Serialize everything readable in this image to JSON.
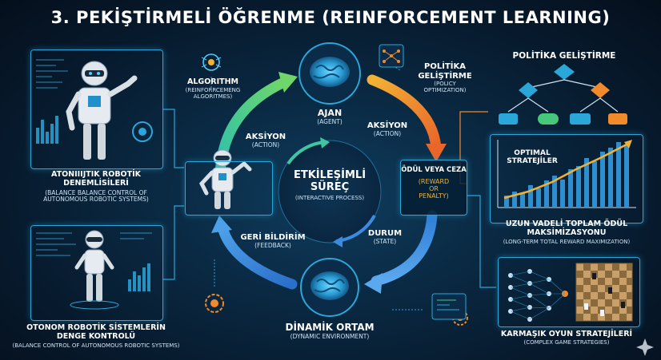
{
  "title": "3. PEKİŞTİRMELİ ÖĞRENME (REINFORCEMENT LEARNING)",
  "center": {
    "line1": "ETKİLEŞİMLİ",
    "line2": "SÜREÇ",
    "sub": "(INTERACTIVE PROCESS)"
  },
  "agent": {
    "label": "AJAN",
    "sub": "(AGENT)"
  },
  "environment": {
    "label": "DİNAMİK ORTAM",
    "sub": "(DYNAMIC ENVIRONMENT)"
  },
  "action_left": {
    "label": "AKSİYON",
    "sub": "(ACTION)"
  },
  "action_right": {
    "label": "AKSİYON",
    "sub": "(ACTION)"
  },
  "feedback": {
    "label": "GERİ BİLDİRİM",
    "sub": "(FEEDBACK)"
  },
  "state": {
    "label": "DURUM",
    "sub": "(STATE)"
  },
  "reward": {
    "label": "ÖDÜL VEYA CEZA",
    "sub1": "(REWARD",
    "sub2": "OR",
    "sub3": "PENALTY)"
  },
  "algorithm": {
    "label": "ALGORITHM",
    "sub1": "(REINFORRCEMENG",
    "sub2": "ALGORITMES)"
  },
  "policy": {
    "label1": "POLİTİKA",
    "label2": "GELİŞTİRME",
    "sub1": "(POLICY",
    "sub2": "OPTIMIZATION)"
  },
  "robotics": {
    "label1": "ATONIIIJTIK ROBOTİK",
    "label2": "DENEMLİSİLERİ",
    "sub1": "(BALANCE BALANCE CONTROL OF",
    "sub2": "AUTONOMOUS ROBOTIC SYSTEMS)"
  },
  "autonomous": {
    "label1": "OTONOM ROBOTİK SİSTEMLERİN",
    "label2": "DENGE KONTROLÜ",
    "sub": "(BALANCE CONTROL OF AUTONOMOUS ROBOTIC SYSTEMS)"
  },
  "policy_dev": {
    "label": "POLİTİKA GELİŞTİRME"
  },
  "optimal": {
    "label1": "OPTIMAL",
    "label2": "STRATEJİLER"
  },
  "long_term": {
    "label1": "UZUN VADELİ TOPLAM ÖDÜL",
    "label2": "MAKSİMİZASYONU",
    "sub": "(LONG-TERM TOTAL REWARD MAXIMIZATION)"
  },
  "games": {
    "label": "KARMAŞIK OYUN STRATEJİLERİ",
    "sub": "(COMPLEX GAME STRATEGIES)"
  },
  "colors": {
    "cyan": "#2aa6d9",
    "green": "#46c77a",
    "orange": "#f08a2a",
    "blue": "#3b8be0",
    "panel_bg": "#041e34"
  }
}
